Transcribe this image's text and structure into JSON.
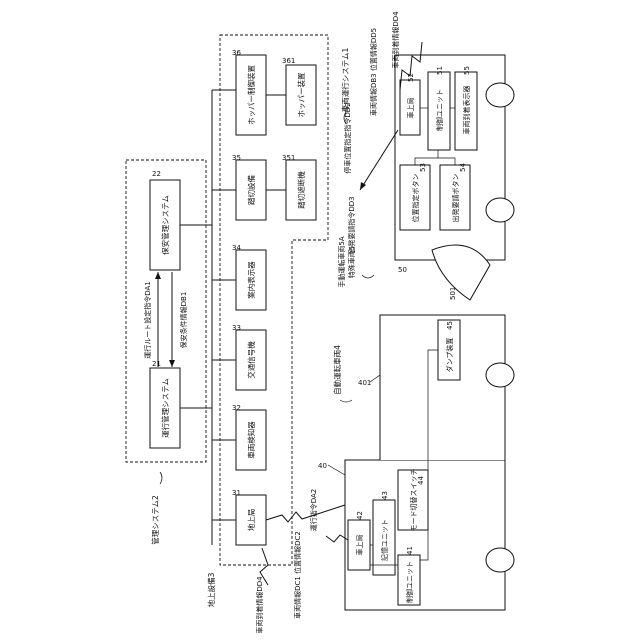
{
  "systems": {
    "vehicle_operation_system": "車両運行システム1",
    "management_system": "管理システム2",
    "ground_facility": "地上設備3",
    "autonomous_vehicle": "自動運転車両4",
    "manual_vehicle": "手動運転車両5A",
    "special_vehicle": "特殊車両5"
  },
  "boxes": {
    "operation_management": "運行管理システム",
    "safety_management": "保安管理システム",
    "ground_station": "地上局",
    "vehicle_detector": "車両検知器",
    "traffic_signal": "交通信号機",
    "guide_display": "案内表示器",
    "crossing_breaker": "踏切設備",
    "crossing_gate": "踏切遮断機",
    "hopper_control": "ホッパー制御装置",
    "hopper": "ホッパー装置",
    "av_onboard_station": "車上局",
    "av_control_unit": "制御ユニット",
    "av_storage_unit": "記憶ユニット",
    "av_mode_switch": "モード切替スイッチ",
    "av_dump": "ダンプ装置",
    "mv_onboard_station": "車上局",
    "mv_control_unit": "制御ユニット",
    "mv_arrival_display": "車両到着表示器",
    "mv_position_button": "位置指定ボタン",
    "mv_departure_button": "出発要請ボタン"
  },
  "refs": {
    "r1": "1",
    "r2": "2",
    "r3": "3",
    "r4": "4",
    "r5": "5",
    "r21": "21",
    "r22": "22",
    "r31": "31",
    "r32": "32",
    "r33": "33",
    "r34": "34",
    "r35": "35",
    "r351": "351",
    "r36": "36",
    "r361": "361",
    "r40": "40",
    "r401": "401",
    "r41": "41",
    "r42": "42",
    "r43": "43",
    "r44": "44",
    "r45": "45",
    "r50": "50",
    "r501": "501",
    "r51": "51",
    "r52": "52",
    "r53": "53",
    "r54": "54",
    "r55": "55",
    "r5A": "5A"
  },
  "signals": {
    "route_command": "運行ルート設定指令DA1",
    "safety_condition": "保安条件情報DB1",
    "operation_command": "運行指令DA2",
    "vehicle_info_pos": "車両情報DC1 位置情報DC2",
    "arrival_info_dd4": "車両到着情報DD4",
    "vehicle_info_db3": "車両情報DB3 位置情報DD5",
    "stop_position": "停車位置指定指令DD2",
    "departure_request": "出発要請指令DD3",
    "arrival_info_top": "車両到着情報DD4"
  }
}
